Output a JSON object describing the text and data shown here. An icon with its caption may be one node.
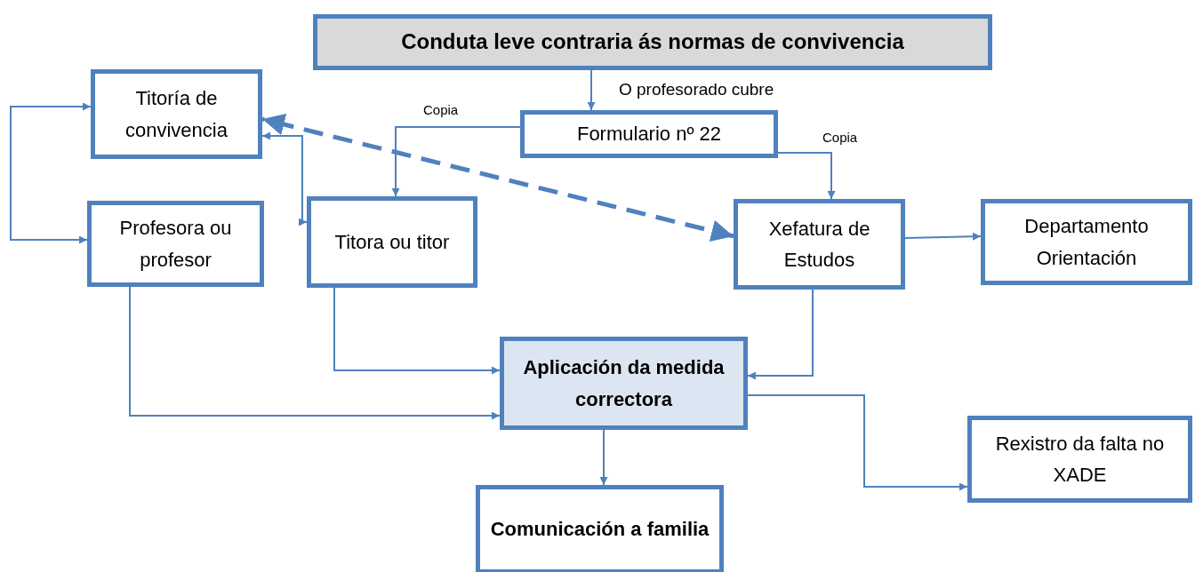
{
  "diagram": {
    "nodes": [
      {
        "text": [
          "Conduta leve contraria ás normas de convivencia"
        ]
      },
      {
        "text": [
          "Titoría de convivencia"
        ]
      },
      {
        "text": [
          "Formulario nº 22"
        ]
      },
      {
        "text": [
          "Profesora ou profesor"
        ]
      },
      {
        "text": [
          "Titora ou titor"
        ]
      },
      {
        "text": [
          "Xefatura de Estudos"
        ]
      },
      {
        "text": [
          "Departamento Orientación"
        ]
      },
      {
        "text": [
          "Aplicación da medida correctora"
        ]
      },
      {
        "text": [
          "Comunicación a familia"
        ]
      },
      {
        "text": [
          "Rexistro da falta no XADE"
        ]
      }
    ],
    "edges": [
      {
        "from": 0,
        "to": 2,
        "arrow": "to",
        "label": "O profesorado cubre"
      },
      {
        "from": 2,
        "to": 4,
        "arrow": "to",
        "label": "Copia"
      },
      {
        "from": 2,
        "to": 5,
        "arrow": "to",
        "label": "Copia"
      },
      {
        "from": 5,
        "to": 1,
        "arrow": "both",
        "style": "dashed"
      },
      {
        "from": 4,
        "to": 1,
        "arrow": "both"
      },
      {
        "from": 1,
        "to": 3,
        "arrow": "both"
      },
      {
        "from": 5,
        "to": 6,
        "arrow": "to"
      },
      {
        "from": 3,
        "to": 7,
        "arrow": "to"
      },
      {
        "from": 4,
        "to": 7,
        "arrow": "to"
      },
      {
        "from": 5,
        "to": 7,
        "arrow": "to"
      },
      {
        "from": 7,
        "to": 8,
        "arrow": "to"
      },
      {
        "from": 7,
        "to": 9,
        "arrow": "to"
      }
    ]
  }
}
